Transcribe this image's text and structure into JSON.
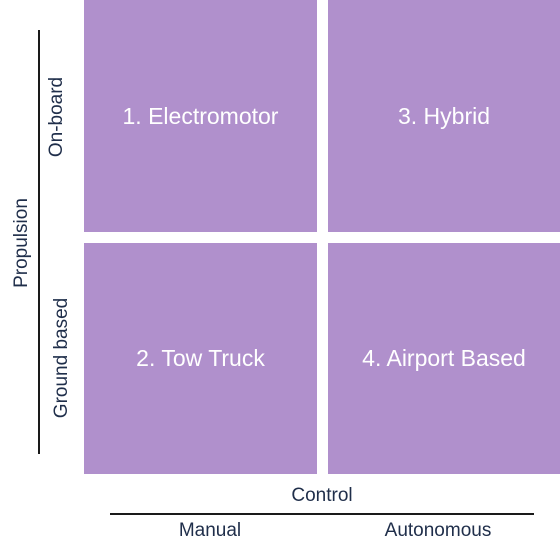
{
  "colors": {
    "cell_fill": "#b090cc",
    "label_text": "#1f2e4a",
    "cell_text": "#ffffff",
    "axis_line": "#1a1a1a"
  },
  "quadrants": {
    "top_left": "1. Electromotor",
    "top_right": "3. Hybrid",
    "bottom_left": "2. Tow Truck",
    "bottom_right": "4. Airport Based"
  },
  "y_axis": {
    "title": "Propulsion",
    "top_label": "On-board",
    "bottom_label": "Ground based"
  },
  "x_axis": {
    "title": "Control",
    "left_label": "Manual",
    "right_label": "Autonomous"
  }
}
